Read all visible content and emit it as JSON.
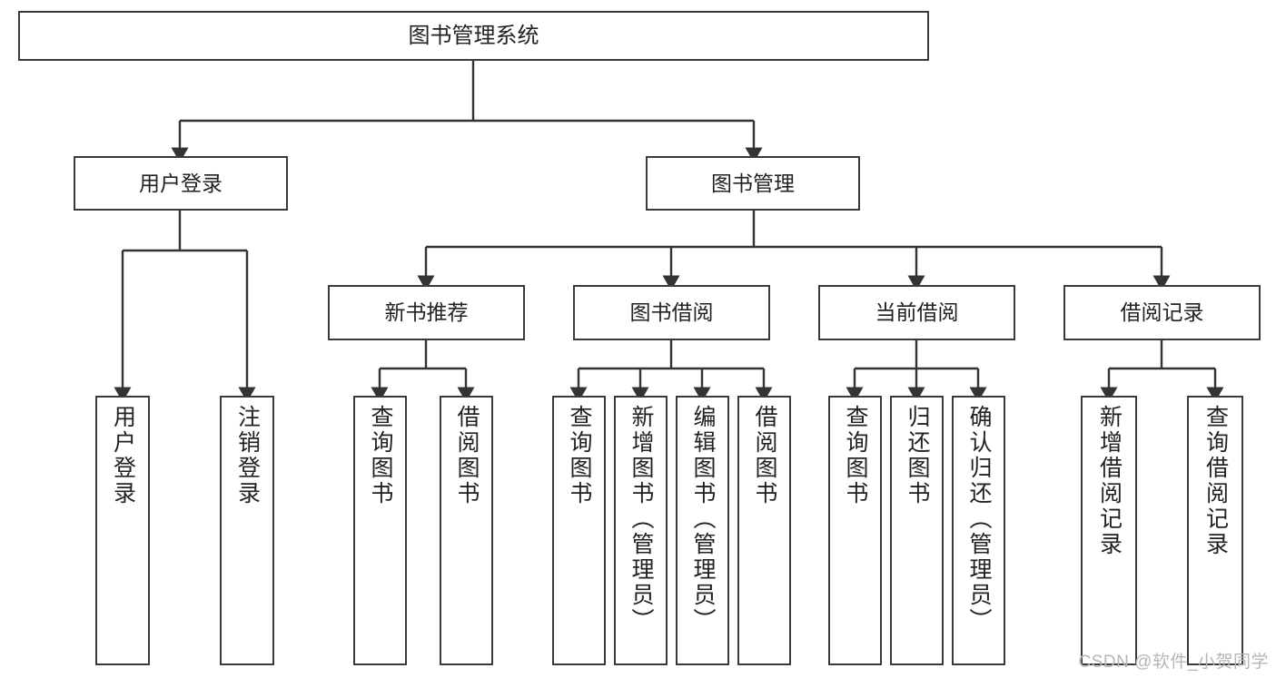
{
  "diagram": {
    "type": "tree-hierarchy",
    "title": "图书管理系统",
    "watermark": "CSDN @软件_小贺同学",
    "colors": {
      "box_border": "#3a3a3a",
      "box_fill": "#ffffff",
      "connector": "#333333",
      "text": "#222222",
      "watermark": "#b6b6b6"
    },
    "levels": {
      "root": {
        "label": "图书管理系统"
      },
      "level2": [
        {
          "id": "user-login",
          "label": "用户登录"
        },
        {
          "id": "book-management",
          "label": "图书管理"
        }
      ],
      "level3": [
        {
          "id": "new-book-recommend",
          "label": "新书推荐",
          "parent": "book-management"
        },
        {
          "id": "book-borrow",
          "label": "图书借阅",
          "parent": "book-management"
        },
        {
          "id": "current-borrow",
          "label": "当前借阅",
          "parent": "book-management"
        },
        {
          "id": "borrow-record",
          "label": "借阅记录",
          "parent": "book-management"
        }
      ],
      "leaves": [
        {
          "id": "leaf-user-login",
          "label": "用户登录",
          "parent": "user-login"
        },
        {
          "id": "leaf-logout-login",
          "label": "注销登录",
          "parent": "user-login"
        },
        {
          "id": "leaf-query-book-1",
          "label": "查询图书",
          "parent": "new-book-recommend"
        },
        {
          "id": "leaf-borrow-book-1",
          "label": "借阅图书",
          "parent": "new-book-recommend"
        },
        {
          "id": "leaf-query-book-2",
          "label": "查询图书",
          "parent": "book-borrow"
        },
        {
          "id": "leaf-add-book",
          "label": "新增图书（管理员）",
          "parent": "book-borrow"
        },
        {
          "id": "leaf-edit-book",
          "label": "编辑图书（管理员）",
          "parent": "book-borrow"
        },
        {
          "id": "leaf-borrow-book-2",
          "label": "借阅图书",
          "parent": "book-borrow"
        },
        {
          "id": "leaf-query-book-3",
          "label": "查询图书",
          "parent": "current-borrow"
        },
        {
          "id": "leaf-return-book",
          "label": "归还图书",
          "parent": "current-borrow"
        },
        {
          "id": "leaf-confirm-return",
          "label": "确认归还（管理员）",
          "parent": "current-borrow"
        },
        {
          "id": "leaf-add-record",
          "label": "新增借阅记录",
          "parent": "borrow-record"
        },
        {
          "id": "leaf-query-record",
          "label": "查询借阅记录",
          "parent": "borrow-record"
        }
      ]
    }
  }
}
